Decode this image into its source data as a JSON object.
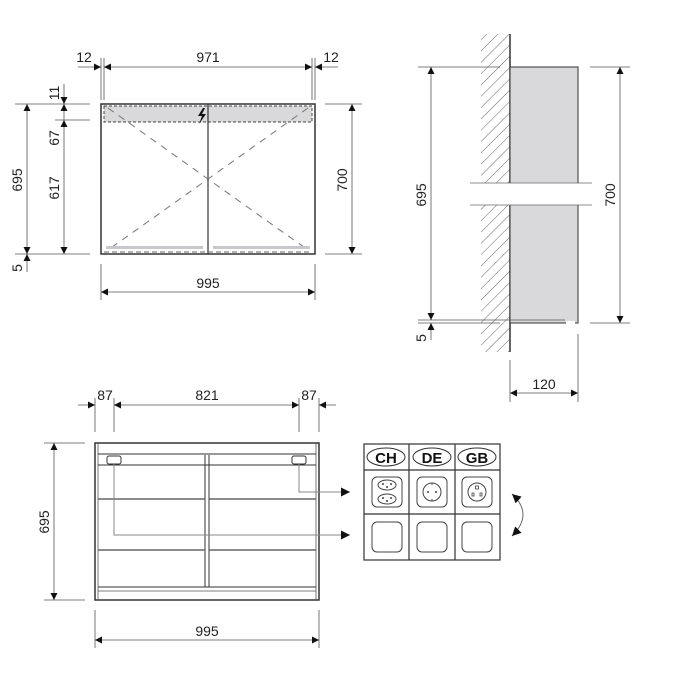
{
  "front_view": {
    "gap_left": "12",
    "inner_width": "971",
    "gap_right": "12",
    "top_offset": "11",
    "light_strip_height": "67",
    "body_height_left": "617",
    "total_height_left": "695",
    "bottom_offset": "5",
    "total_height_right": "700",
    "total_width": "995",
    "electric_symbol": "lightning-icon"
  },
  "side_view": {
    "height_left": "695",
    "bottom_offset": "5",
    "height_right": "700",
    "depth": "120"
  },
  "interior_view": {
    "side_left": "87",
    "middle": "821",
    "side_right": "87",
    "height": "695",
    "width": "995"
  },
  "socket_table": {
    "columns": [
      {
        "label": "CH",
        "socket": "swiss-type-t13-double-socket-icon"
      },
      {
        "label": "DE",
        "socket": "schuko-socket-icon"
      },
      {
        "label": "GB",
        "socket": "uk-type-g-socket-icon"
      }
    ],
    "swap_indicator": "curved-double-arrow-icon"
  },
  "colors": {
    "line": "#333333",
    "dim_line": "#555555",
    "fill_gray": "#d9d9dc",
    "light_strip": "#c8c8cc"
  }
}
